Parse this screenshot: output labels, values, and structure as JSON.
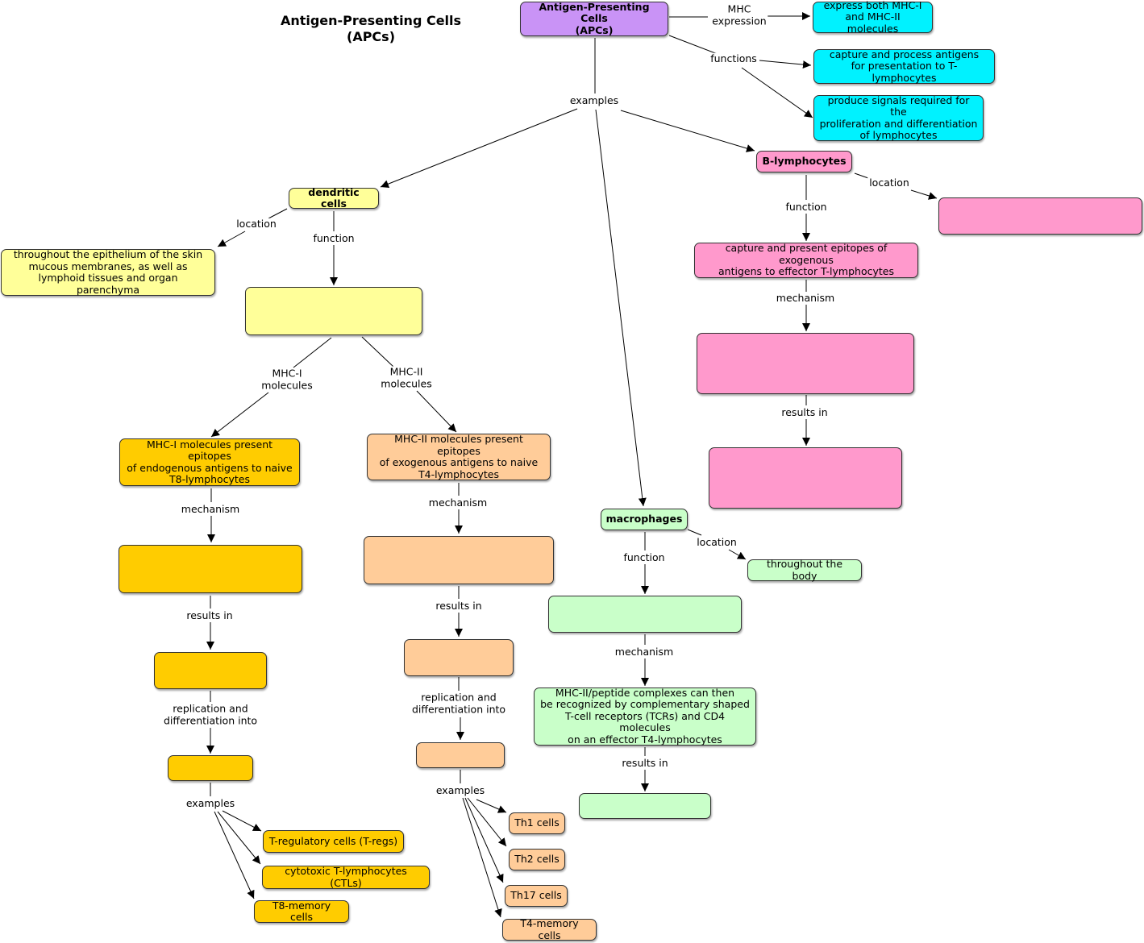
{
  "title": "Antigen-Presenting Cells\n(APCs)",
  "colors": {
    "root": "#c993f6",
    "apc_properties": "#00f2ff",
    "b_lymphocytes": "#ff99cc",
    "dendritic": "#ffff99",
    "mhc1_pathway": "#ffcc00",
    "mhc2_pathway": "#ffcc99",
    "macrophages": "#c9ffc9"
  },
  "nodes": {
    "root": "Antigen-Presenting Cells\n(APCs)",
    "mhc_both": "express both MHC-I\nand MHC-II molecules",
    "capture_process": "capture and process antigens\nfor presentation to T-lymphocytes",
    "produce_signals": "produce signals required for the\nproliferation and differentiation\nof lymphocytes",
    "b_lymphocytes": "B-lymphocytes",
    "b_location": "",
    "b_function": "capture and present epitopes of exogenous\nantigens to effector T-lymphocytes",
    "b_mechanism": "",
    "b_results": "",
    "dendritic": "dendritic cells",
    "dendritic_location": "throughout the epithelium of the skin\nmucous membranes, as well as\nlymphoid tissues and organ parenchyma",
    "dendritic_function": "",
    "mhc1_present": "MHC-I molecules present epitopes\nof endogenous antigens to naive\nT8-lymphocytes",
    "mhc1_mechanism": "",
    "mhc1_results": "",
    "mhc1_differentiation": "",
    "treg": "T-regulatory cells (T-regs)",
    "ctl": "cytotoxic T-lymphocytes (CTLs)",
    "t8_memory": "T8-memory cells",
    "mhc2_present": "MHC-II molecules present epitopes\nof exogenous antigens to naive\nT4-lymphocytes",
    "mhc2_mechanism": "",
    "mhc2_results": "",
    "mhc2_differentiation": "",
    "th1": "Th1 cells",
    "th2": "Th2 cells",
    "th17": "Th17 cells",
    "t4_memory": "T4-memory cells",
    "macrophages": "macrophages",
    "mac_location": "throughout the body",
    "mac_function": "",
    "mac_mechanism": "MHC-II/peptide complexes can then\nbe recognized by complementary shaped\nT-cell receptors (TCRs) and CD4 molecules\non an effector T4-lymphocytes",
    "mac_results": ""
  },
  "links": {
    "mhc_expression": "MHC\nexpression",
    "functions": "functions",
    "examples_main": "examples",
    "b_location": "location",
    "b_function": "function",
    "b_mechanism": "mechanism",
    "b_results": "results in",
    "dendritic_location": "location",
    "dendritic_function": "function",
    "mhc1": "MHC-I\nmolecules",
    "mhc2": "MHC-II\nmolecules",
    "mhc1_mechanism": "mechanism",
    "mhc1_results": "results in",
    "mhc1_replication": "replication and\ndifferentiation into",
    "mhc1_examples": "examples",
    "mhc2_mechanism": "mechanism",
    "mhc2_results": "results in",
    "mhc2_replication": "replication and\ndifferentiation into",
    "mhc2_examples": "examples",
    "mac_location": "location",
    "mac_function": "function",
    "mac_mechanism": "mechanism",
    "mac_results": "results in"
  }
}
